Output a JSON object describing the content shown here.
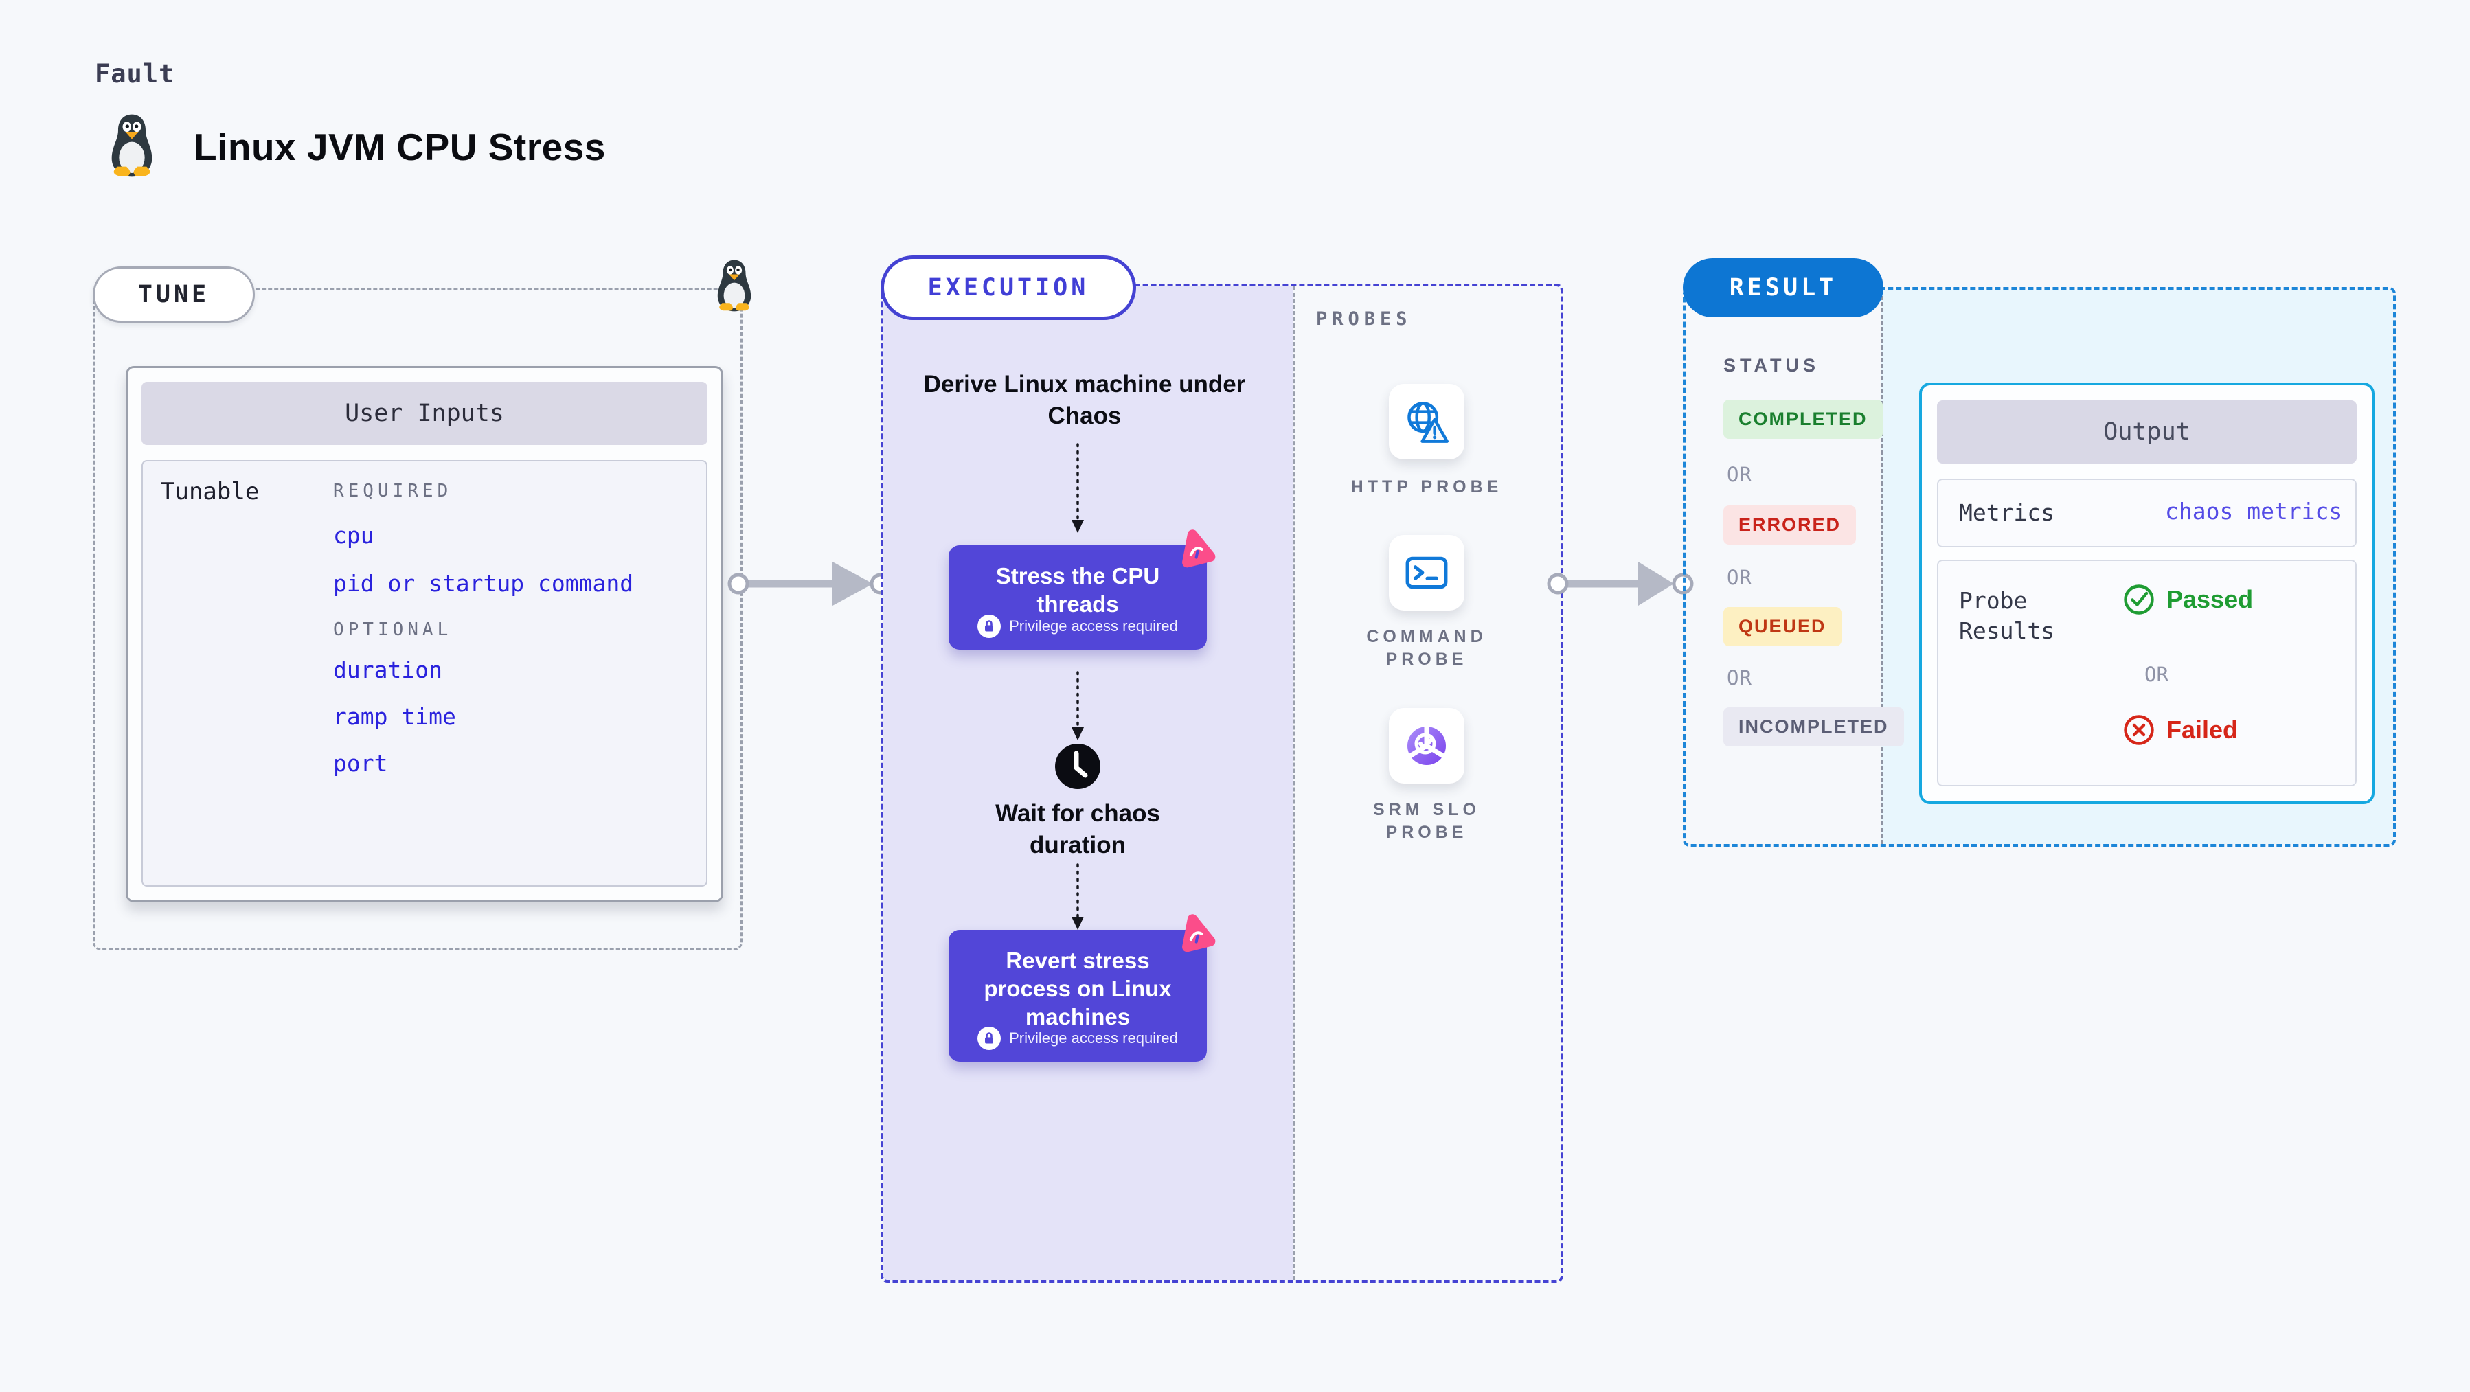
{
  "page": {
    "kicker": "Fault",
    "title": "Linux JVM CPU Stress"
  },
  "tune": {
    "section_label": "TUNE",
    "panel_title": "User Inputs",
    "row_label": "Tunable",
    "required_label": "REQUIRED",
    "required_inputs": [
      "cpu",
      "pid or startup command"
    ],
    "optional_label": "OPTIONAL",
    "optional_inputs": [
      "duration",
      "ramp time",
      "port"
    ]
  },
  "execution": {
    "section_label": "EXECUTION",
    "derive_step": "Derive Linux machine under Chaos",
    "stress_step": {
      "title": "Stress the CPU threads",
      "badge": "Privilege access required"
    },
    "wait_step": "Wait for chaos duration",
    "revert_step": {
      "title": "Revert stress process on Linux machines",
      "badge": "Privilege access required"
    }
  },
  "probes": {
    "section_label": "PROBES",
    "items": [
      {
        "label": "HTTP PROBE",
        "icon": "globe-alert-icon"
      },
      {
        "label": "COMMAND PROBE",
        "icon": "terminal-icon"
      },
      {
        "label": "SRM SLO PROBE",
        "icon": "slo-donut-icon"
      }
    ]
  },
  "result": {
    "section_label": "RESULT",
    "status_label": "STATUS",
    "or_label": "OR",
    "statuses": [
      {
        "label": "COMPLETED",
        "text_color": "#1a7f2e",
        "bg_color": "#dcf2dd"
      },
      {
        "label": "ERRORED",
        "text_color": "#c9231b",
        "bg_color": "#fbe4e4"
      },
      {
        "label": "QUEUED",
        "text_color": "#bf3714",
        "bg_color": "#fdf0c2"
      },
      {
        "label": "INCOMPLETED",
        "text_color": "#5b5e75",
        "bg_color": "#e9e9f2"
      }
    ],
    "output": {
      "panel_title": "Output",
      "metrics_label": "Metrics",
      "metrics_value": "chaos metrics",
      "probe_results_label": "Probe Results",
      "passed_label": "Passed",
      "failed_label": "Failed"
    }
  },
  "colors": {
    "page_background": "#f6f8fb",
    "execution_accent": "#4442d3",
    "execution_fill": "#e4e3f8",
    "result_accent": "#0d76d3",
    "result_fill": "#e8f6fd",
    "output_border": "#16a8e0",
    "step_card": "#5246d8",
    "chaos_icon_pink": "#fb4d8a",
    "input_link_blue": "#2a22dd",
    "metrics_value_blue": "#554ce6",
    "passed_green": "#1f9c33",
    "failed_red": "#d62619",
    "probe_icon_blue": "#1079d9"
  }
}
